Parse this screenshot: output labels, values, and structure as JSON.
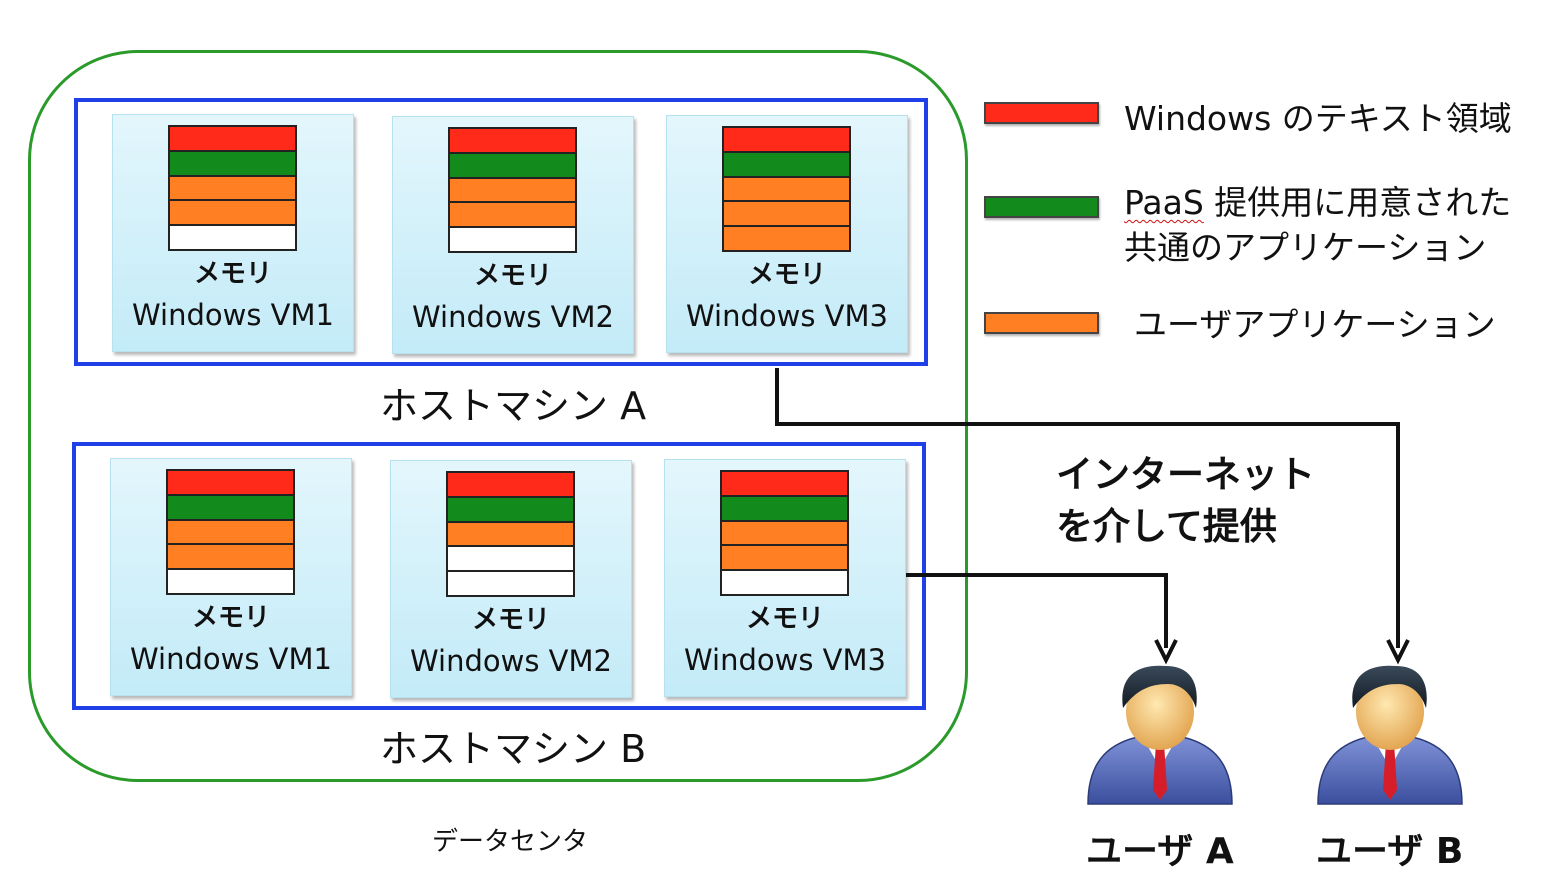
{
  "colors": {
    "windows_text": "#ff2a1a",
    "paas_common": "#138a1c",
    "user_app": "#ff7f22",
    "empty": "#ffffff",
    "datacenter_border": "#2a9a2a",
    "host_border": "#1f3fe8"
  },
  "datacenter": {
    "label": "データセンタ"
  },
  "hosts": [
    {
      "label": "ホストマシン A",
      "vms": [
        {
          "memory_label": "メモリ",
          "name": "Windows VM1",
          "segments": [
            "windows_text",
            "paas_common",
            "user_app",
            "user_app",
            "empty"
          ]
        },
        {
          "memory_label": "メモリ",
          "name": "Windows VM2",
          "segments": [
            "windows_text",
            "paas_common",
            "user_app",
            "user_app",
            "empty"
          ]
        },
        {
          "memory_label": "メモリ",
          "name": "Windows VM3",
          "segments": [
            "windows_text",
            "paas_common",
            "user_app",
            "user_app",
            "user_app"
          ]
        }
      ]
    },
    {
      "label": "ホストマシン B",
      "vms": [
        {
          "memory_label": "メモリ",
          "name": "Windows VM1",
          "segments": [
            "windows_text",
            "paas_common",
            "user_app",
            "user_app",
            "empty"
          ]
        },
        {
          "memory_label": "メモリ",
          "name": "Windows VM2",
          "segments": [
            "windows_text",
            "paas_common",
            "user_app",
            "empty",
            "empty"
          ]
        },
        {
          "memory_label": "メモリ",
          "name": "Windows VM3",
          "segments": [
            "windows_text",
            "paas_common",
            "user_app",
            "user_app",
            "empty"
          ]
        }
      ]
    }
  ],
  "legend": [
    {
      "key": "windows_text",
      "prefix": "",
      "lines": [
        "Windows のテキスト領域"
      ]
    },
    {
      "key": "paas_common",
      "prefix": "PaaS",
      "lines": [
        " 提供用に用意された",
        "共通のアプリケーション"
      ]
    },
    {
      "key": "user_app",
      "prefix": "",
      "lines": [
        "ユーザアプリケーション"
      ]
    }
  ],
  "internet": {
    "line1": "インターネット",
    "line2": "を介して提供"
  },
  "users": [
    {
      "label": "ユーザ A",
      "icon": "user-icon"
    },
    {
      "label": "ユーザ B",
      "icon": "user-icon"
    }
  ]
}
